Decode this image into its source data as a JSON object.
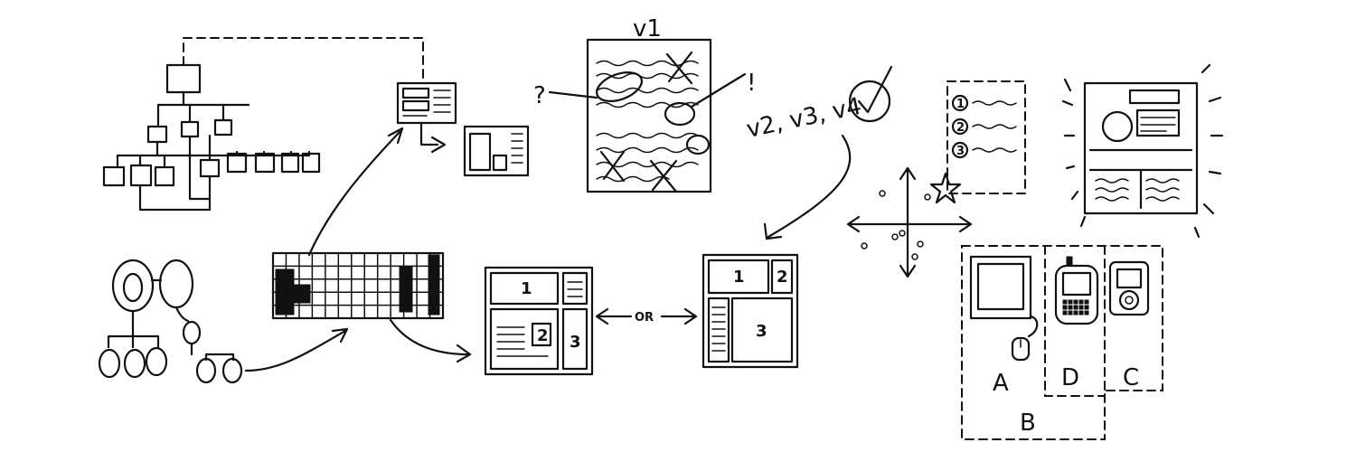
{
  "labels": {
    "version_1": "v1",
    "versions_later": "v2, v3, v4",
    "question_mark": "?",
    "exclaim_mark": "!",
    "or_text": "OR",
    "layout_a_blocks": [
      "1",
      "2",
      "3"
    ],
    "layout_b_blocks": [
      "1",
      "2",
      "3"
    ],
    "list_numbers": [
      "1",
      "2",
      "3"
    ],
    "device_groups": [
      "A",
      "D",
      "C",
      "B"
    ]
  }
}
